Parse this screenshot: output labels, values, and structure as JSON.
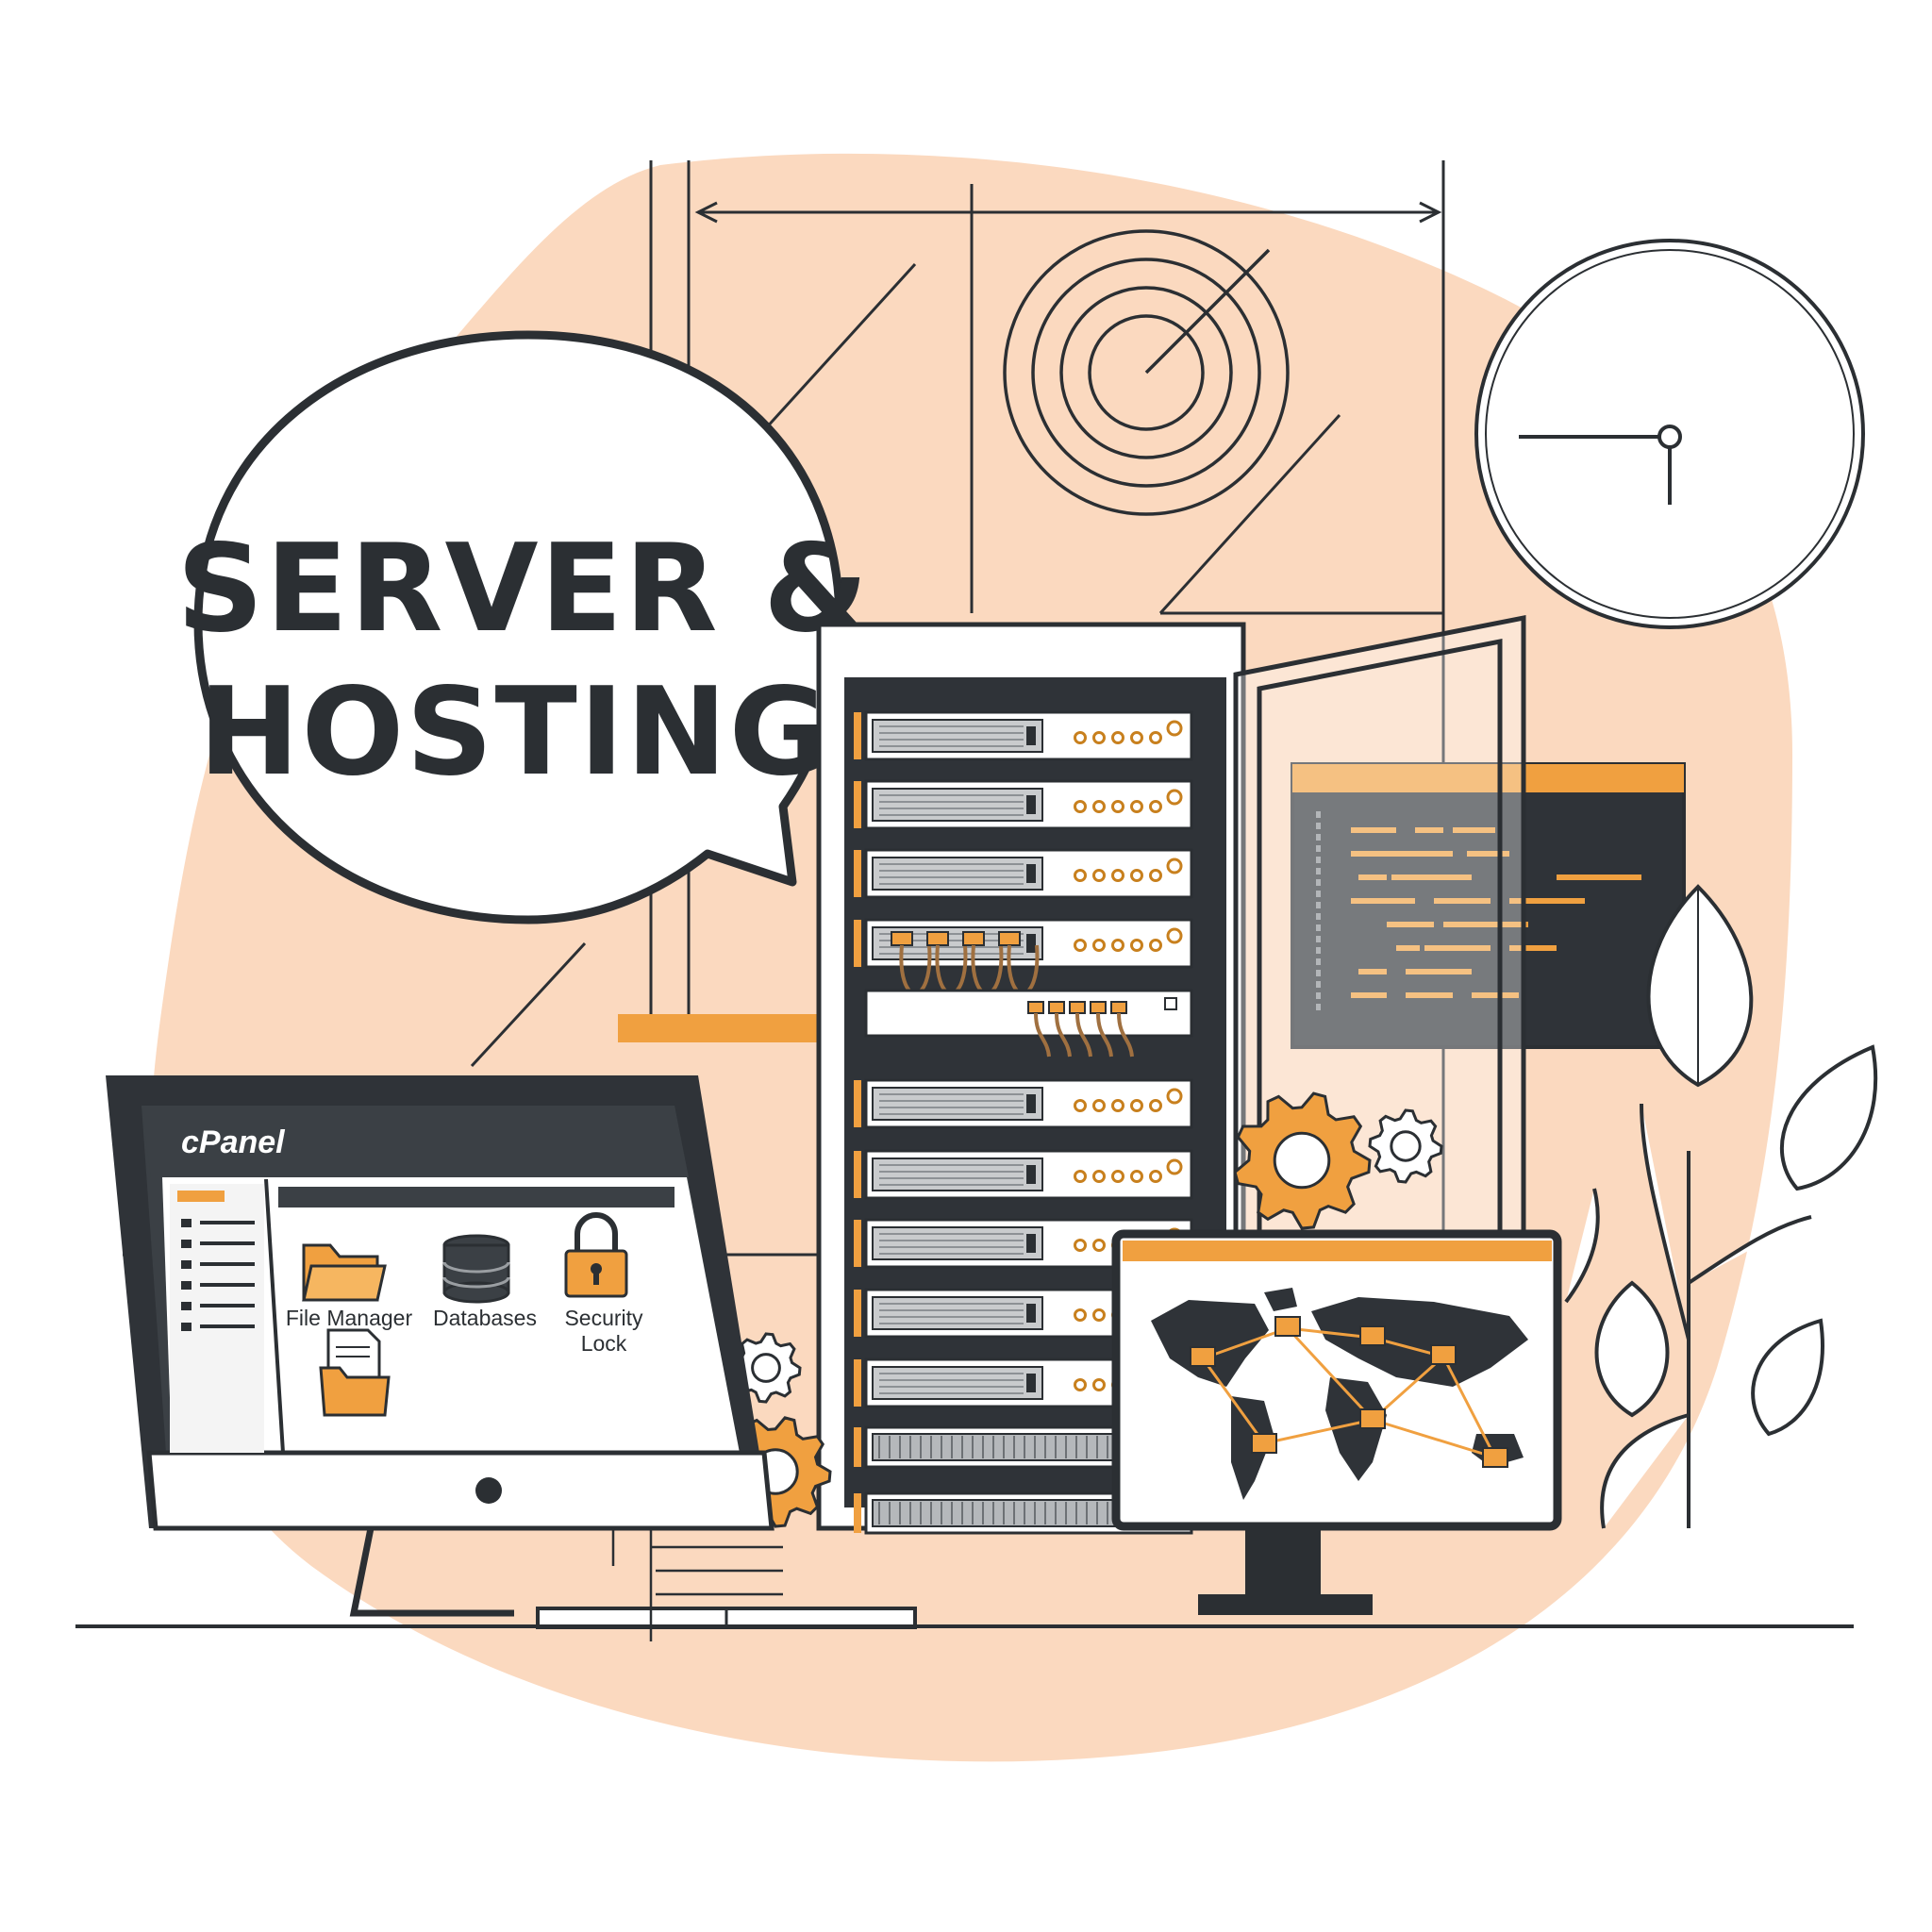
{
  "headline": {
    "line1": "SERVER &",
    "line2": "HOSTING"
  },
  "cpanel": {
    "brand": "cPanel",
    "icons": [
      {
        "label": "File Manager",
        "icon": "folder-icon"
      },
      {
        "label": "Databases",
        "icon": "database-icon"
      },
      {
        "label": "Security",
        "label2": "Lock",
        "icon": "padlock-icon"
      },
      {
        "label": "",
        "icon": "document-folder-icon"
      }
    ]
  },
  "colors": {
    "accent": "#f0a040",
    "ink": "#2b2f33",
    "blob": "#fbd9bf",
    "screen_dark": "#2f3338"
  }
}
